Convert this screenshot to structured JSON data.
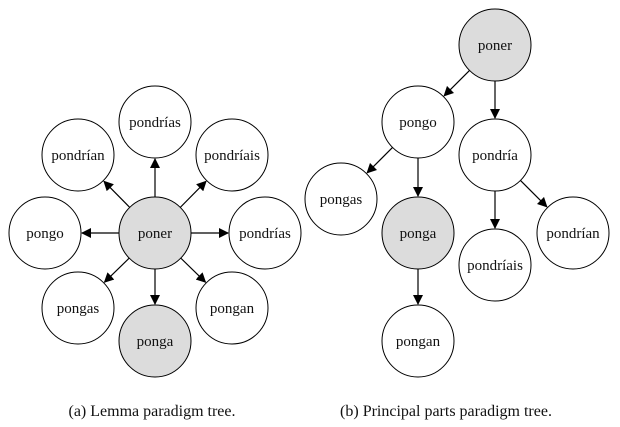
{
  "colors": {
    "node_fill": "#ffffff",
    "highlight_fill": "#dcdcdc",
    "stroke": "#000000",
    "text": "#111111"
  },
  "diagrams": [
    {
      "id": "lemma",
      "caption": "(a) Lemma paradigm tree.",
      "nodes": [
        {
          "id": "a-poner",
          "label": "poner",
          "highlight": true
        },
        {
          "id": "a-pondrias-top",
          "label": "pondrías",
          "highlight": false
        },
        {
          "id": "a-pondrian",
          "label": "pondrían",
          "highlight": false
        },
        {
          "id": "a-pondriais",
          "label": "pondríais",
          "highlight": false
        },
        {
          "id": "a-pongo",
          "label": "pongo",
          "highlight": false
        },
        {
          "id": "a-pondrias-right",
          "label": "pondrías",
          "highlight": false
        },
        {
          "id": "a-pongas",
          "label": "pongas",
          "highlight": false
        },
        {
          "id": "a-pongan",
          "label": "pongan",
          "highlight": false
        },
        {
          "id": "a-ponga",
          "label": "ponga",
          "highlight": true
        }
      ],
      "edges": [
        {
          "from": "a-poner",
          "to": "a-pondrias-top"
        },
        {
          "from": "a-poner",
          "to": "a-pondrian"
        },
        {
          "from": "a-poner",
          "to": "a-pondriais"
        },
        {
          "from": "a-poner",
          "to": "a-pongo"
        },
        {
          "from": "a-poner",
          "to": "a-pondrias-right"
        },
        {
          "from": "a-poner",
          "to": "a-pongas"
        },
        {
          "from": "a-poner",
          "to": "a-pongan"
        },
        {
          "from": "a-poner",
          "to": "a-ponga"
        }
      ]
    },
    {
      "id": "principal",
      "caption": "(b) Principal parts paradigm tree.",
      "nodes": [
        {
          "id": "b-poner",
          "label": "poner",
          "highlight": true
        },
        {
          "id": "b-pongo",
          "label": "pongo",
          "highlight": false
        },
        {
          "id": "b-pondria",
          "label": "pondría",
          "highlight": false
        },
        {
          "id": "b-pongas",
          "label": "pongas",
          "highlight": false
        },
        {
          "id": "b-ponga",
          "label": "ponga",
          "highlight": true
        },
        {
          "id": "b-pondriais",
          "label": "pondríais",
          "highlight": false
        },
        {
          "id": "b-pondrian",
          "label": "pondrían",
          "highlight": false
        },
        {
          "id": "b-pongan",
          "label": "pongan",
          "highlight": false
        }
      ],
      "edges": [
        {
          "from": "b-poner",
          "to": "b-pongo"
        },
        {
          "from": "b-poner",
          "to": "b-pondria"
        },
        {
          "from": "b-pongo",
          "to": "b-pongas"
        },
        {
          "from": "b-pongo",
          "to": "b-ponga"
        },
        {
          "from": "b-pondria",
          "to": "b-pondriais"
        },
        {
          "from": "b-pondria",
          "to": "b-pondrian"
        },
        {
          "from": "b-ponga",
          "to": "b-pongan"
        }
      ]
    }
  ]
}
